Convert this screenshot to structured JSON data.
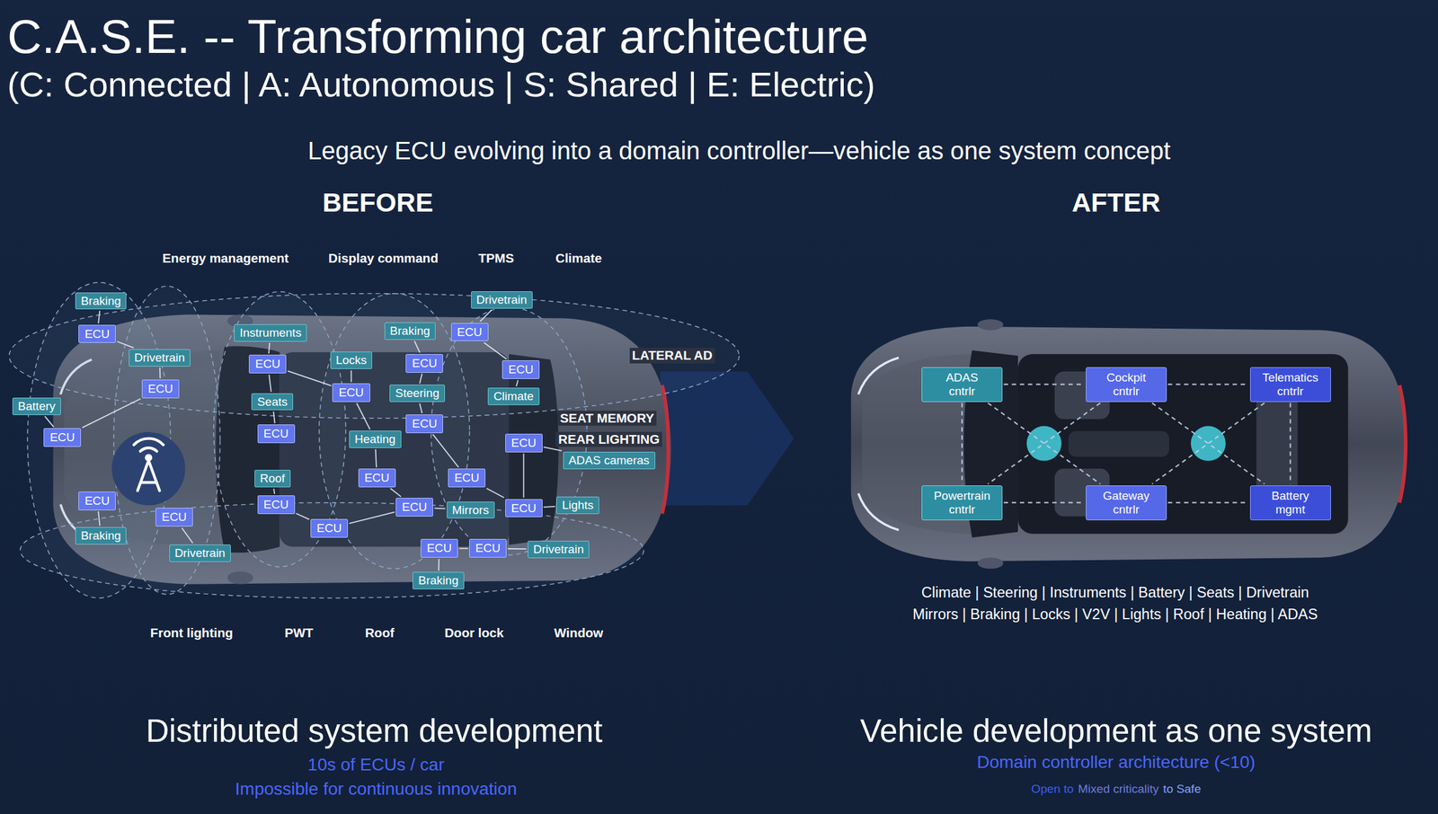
{
  "diagram": {
    "title": "C.A.S.E. -- Transforming car architecture",
    "nodes": [
      {
        "text": [
          "Braking"
        ]
      },
      {
        "text": [
          "Drivetrain"
        ]
      },
      {
        "text": [
          "Instruments"
        ]
      },
      {
        "text": [
          "Braking"
        ]
      },
      {
        "text": [
          "ECU"
        ]
      },
      {
        "text": [
          "ECU"
        ]
      },
      {
        "text": [
          "Drivetrain"
        ]
      },
      {
        "text": [
          "Locks"
        ]
      },
      {
        "text": [
          "ECU"
        ]
      },
      {
        "text": [
          "ECU"
        ]
      },
      {
        "text": [
          "ECU"
        ]
      },
      {
        "text": [
          "ECU"
        ]
      },
      {
        "text": [
          "ECU"
        ]
      },
      {
        "text": [
          "Steering"
        ]
      },
      {
        "text": [
          "Climate"
        ]
      },
      {
        "text": [
          "Seats"
        ]
      },
      {
        "text": [
          "Battery"
        ]
      },
      {
        "text": [
          "ECU"
        ]
      },
      {
        "text": [
          "ECU"
        ]
      },
      {
        "text": [
          "ECU"
        ]
      },
      {
        "text": [
          "Heating"
        ]
      },
      {
        "text": [
          "ECU"
        ]
      },
      {
        "text": [
          "ADAS cameras"
        ]
      },
      {
        "text": [
          "Roof"
        ]
      },
      {
        "text": [
          "ECU"
        ]
      },
      {
        "text": [
          "ECU"
        ]
      },
      {
        "text": [
          "ECU"
        ]
      },
      {
        "text": [
          "ECU"
        ]
      },
      {
        "text": [
          "ECU"
        ]
      },
      {
        "text": [
          "Mirrors"
        ]
      },
      {
        "text": [
          "ECU"
        ]
      },
      {
        "text": [
          "Lights"
        ]
      },
      {
        "text": [
          "ECU"
        ]
      },
      {
        "text": [
          "ECU"
        ]
      },
      {
        "text": [
          "Braking"
        ]
      },
      {
        "text": [
          "ECU"
        ]
      },
      {
        "text": [
          "ECU"
        ]
      },
      {
        "text": [
          "Drivetrain"
        ]
      },
      {
        "text": [
          "Drivetrain"
        ]
      },
      {
        "text": [
          "Braking"
        ]
      },
      {
        "text": [
          "ADAS cntrlr"
        ]
      },
      {
        "text": [
          "Cockpit cntrlr"
        ]
      },
      {
        "text": [
          "Telematics cntrlr"
        ]
      },
      {
        "text": [
          "Powertrain cntrlr"
        ]
      },
      {
        "text": [
          "Gateway cntrlr"
        ]
      },
      {
        "text": [
          "Battery mgmt"
        ]
      }
    ],
    "edges": [
      {
        "from": 0,
        "to": 4,
        "arrow": "none"
      },
      {
        "from": 4,
        "to": 6,
        "arrow": "none"
      },
      {
        "from": 6,
        "to": 11,
        "arrow": "none"
      },
      {
        "from": 16,
        "to": 19,
        "arrow": "none"
      },
      {
        "from": 19,
        "to": 11,
        "arrow": "none"
      },
      {
        "from": 26,
        "to": 34,
        "arrow": "none"
      },
      {
        "from": 32,
        "to": 38,
        "arrow": "none"
      },
      {
        "from": 2,
        "to": 8,
        "arrow": "none"
      },
      {
        "from": 8,
        "to": 15,
        "arrow": "none"
      },
      {
        "from": 15,
        "to": 18,
        "arrow": "none"
      },
      {
        "from": 23,
        "to": 27,
        "arrow": "none"
      },
      {
        "from": 27,
        "to": 33,
        "arrow": "none"
      },
      {
        "from": 7,
        "to": 12,
        "arrow": "none"
      },
      {
        "from": 12,
        "to": 20,
        "arrow": "none"
      },
      {
        "from": 20,
        "to": 24,
        "arrow": "none"
      },
      {
        "from": 3,
        "to": 9,
        "arrow": "none"
      },
      {
        "from": 9,
        "to": 13,
        "arrow": "none"
      },
      {
        "from": 13,
        "to": 17,
        "arrow": "none"
      },
      {
        "from": 28,
        "to": 29,
        "arrow": "none"
      },
      {
        "from": 35,
        "to": 39,
        "arrow": "none"
      },
      {
        "from": 1,
        "to": 5,
        "arrow": "none"
      },
      {
        "from": 10,
        "to": 14,
        "arrow": "none"
      },
      {
        "from": 30,
        "to": 31,
        "arrow": "none"
      },
      {
        "from": 36,
        "to": 37,
        "arrow": "none"
      },
      {
        "from": 21,
        "to": 22,
        "arrow": "none"
      },
      {
        "from": 8,
        "to": 12,
        "arrow": "none"
      },
      {
        "from": 24,
        "to": 28,
        "arrow": "none"
      },
      {
        "from": 17,
        "to": 25,
        "arrow": "none"
      },
      {
        "from": 5,
        "to": 10,
        "arrow": "none"
      },
      {
        "from": 25,
        "to": 30,
        "arrow": "none"
      },
      {
        "from": 35,
        "to": 36,
        "arrow": "none"
      },
      {
        "from": 33,
        "to": 28,
        "arrow": "none"
      },
      {
        "from": 21,
        "to": 30,
        "arrow": "none"
      },
      {
        "from": 40,
        "to": 41,
        "arrow": "none"
      },
      {
        "from": 41,
        "to": 42,
        "arrow": "none"
      },
      {
        "from": 43,
        "to": 44,
        "arrow": "none"
      },
      {
        "from": 44,
        "to": 45,
        "arrow": "none"
      },
      {
        "from": 40,
        "to": 43,
        "arrow": "none"
      },
      {
        "from": 42,
        "to": 45,
        "arrow": "none"
      },
      {
        "from": 40,
        "to": 44,
        "arrow": "none"
      },
      {
        "from": 41,
        "to": 43,
        "arrow": "none"
      },
      {
        "from": 41,
        "to": 45,
        "arrow": "none"
      },
      {
        "from": 42,
        "to": 44,
        "arrow": "none"
      }
    ],
    "labels": [
      "(C: Connected | A: Autonomous | S: Shared | E: Electric)",
      "Legacy ECU evolving into a domain controller—vehicle as one system concept",
      "BEFORE",
      "AFTER",
      "Energy management",
      "Display command",
      "TPMS",
      "Climate",
      "LATERAL AD",
      "SEAT MEMORY",
      "REAR LIGHTING",
      "Front lighting",
      "PWT",
      "Roof",
      "Door lock",
      "Window",
      "Climate | Steering | Instruments | Battery | Seats | Drivetrain",
      "Mirrors | Braking | Locks | V2V | Lights | Roof | Heating | ADAS",
      "Distributed system development",
      "10s of ECUs / car",
      "Impossible for continuous innovation",
      "Vehicle development as one system",
      "Domain controller architecture (<10)",
      "Open to",
      "Mixed criticality",
      "to Safe"
    ]
  }
}
